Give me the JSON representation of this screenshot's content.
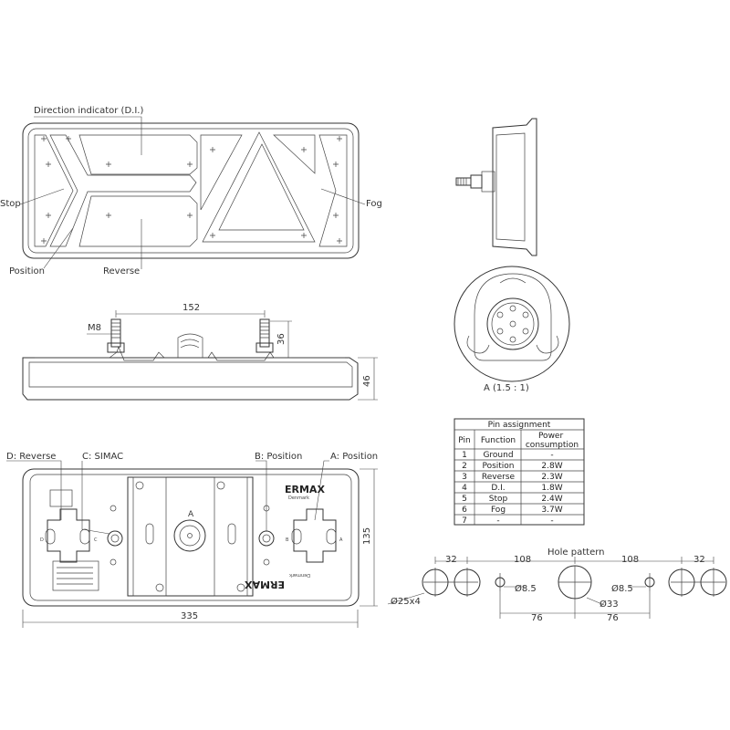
{
  "front_view": {
    "labels": {
      "direction_indicator": "Direction indicator (D.I.)",
      "stop": "Stop",
      "fog": "Fog",
      "position": "Position",
      "reverse": "Reverse"
    }
  },
  "side_view": {
    "dims": {
      "stud_spacing": "152",
      "thread": "M8",
      "stud_height": "36",
      "body_height": "46"
    }
  },
  "connector_view": {
    "label": "A (1.5 : 1)"
  },
  "rear_view": {
    "labels": {
      "d_reverse": "D: Reverse",
      "c_simac": "C: SIMAC",
      "b_position": "B: Position",
      "a_position": "A: Position",
      "a_marker": "A",
      "brand": "ERMAX",
      "brand_sub": "Denmark",
      "side_d": "D",
      "side_c": "C",
      "side_b": "B",
      "side_a": "A"
    },
    "dims": {
      "width": "335",
      "height": "135"
    }
  },
  "pin_table": {
    "title": "Pin assignment",
    "headers": [
      "Pin",
      "Function",
      "Power consumption"
    ],
    "rows": [
      [
        "1",
        "Ground",
        "-"
      ],
      [
        "2",
        "Position",
        "2.8W"
      ],
      [
        "3",
        "Reverse",
        "2.3W"
      ],
      [
        "4",
        "D.I.",
        "1.8W"
      ],
      [
        "5",
        "Stop",
        "2.4W"
      ],
      [
        "6",
        "Fog",
        "3.7W"
      ],
      [
        "7",
        "-",
        "-"
      ]
    ]
  },
  "hole_pattern": {
    "title": "Hole pattern",
    "dims": {
      "left_gap": "32",
      "left_span": "108",
      "right_span": "108",
      "right_gap": "32",
      "small_hole_left": "Ø8.5",
      "small_hole_right": "Ø8.5",
      "center_hole": "Ø33",
      "outer_holes": "Ø25x4",
      "left_offset": "76",
      "right_offset": "76"
    }
  }
}
